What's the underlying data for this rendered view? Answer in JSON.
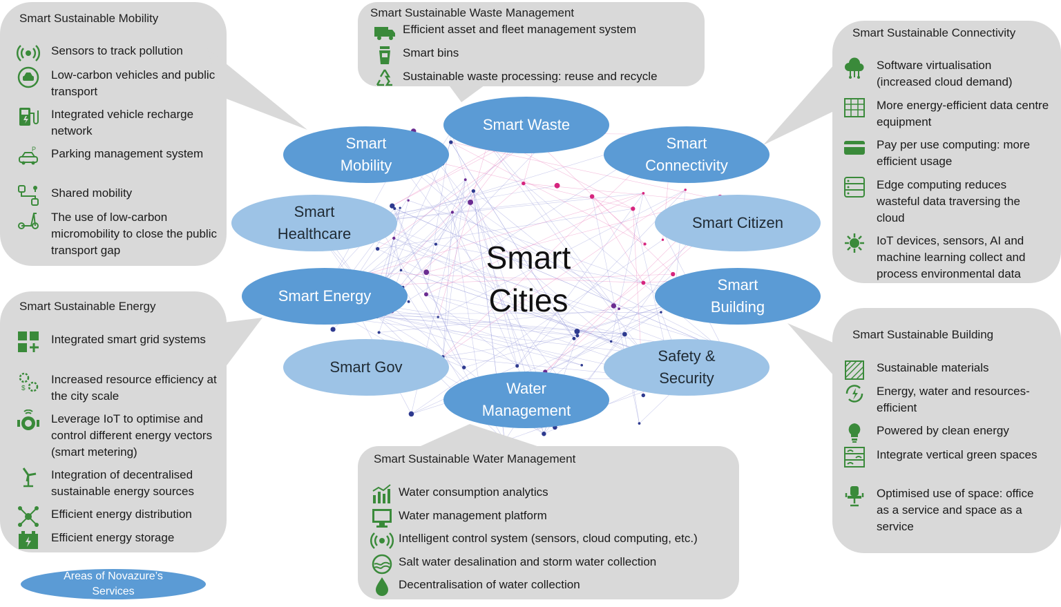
{
  "colors": {
    "icon": "#3a8a3a",
    "oval_dark": "#5b9bd5",
    "oval_light": "#9dc3e6",
    "callout": "#d9d9d9"
  },
  "center_title": "Smart\nCities",
  "ovals": {
    "waste": "Smart Waste",
    "mobility": "Smart\nMobility",
    "connectivity": "Smart\nConnectivity",
    "healthcare": "Smart\nHealthcare",
    "citizen": "Smart Citizen",
    "energy": "Smart Energy",
    "building": "Smart\nBuilding",
    "gov": "Smart Gov",
    "safety": "Safety &\nSecurity",
    "water": "Water\nManagement"
  },
  "mobility": {
    "title": "Smart Sustainable Mobility",
    "items": [
      {
        "text": "Sensors to track pollution",
        "icon": "signal-waves-icon"
      },
      {
        "text": "Low-carbon vehicles and public transport",
        "icon": "car-leaf-icon"
      },
      {
        "text": "Integrated vehicle recharge network",
        "icon": "charging-station-icon"
      },
      {
        "text": "Parking management system",
        "icon": "parking-car-icon"
      },
      {
        "text": "Shared mobility",
        "icon": "shared-route-icon"
      },
      {
        "text": "The use of low-carbon micromobility to close the public transport gap",
        "icon": "scooter-icon"
      }
    ]
  },
  "waste": {
    "title": "Smart Sustainable Waste Management",
    "items": [
      {
        "text": "Efficient asset and fleet management system",
        "icon": "garbage-truck-icon"
      },
      {
        "text": "Smart bins",
        "icon": "bin-icon"
      },
      {
        "text": "Sustainable waste processing: reuse and recycle",
        "icon": "recycle-icon"
      }
    ]
  },
  "connectivity": {
    "title": "Smart Sustainable Connectivity",
    "items": [
      {
        "text": "Software virtualisation (increased cloud demand)",
        "icon": "cloud-network-icon"
      },
      {
        "text": "More energy-efficient data centre equipment",
        "icon": "data-centre-icon"
      },
      {
        "text": "Pay per use computing: more efficient usage",
        "icon": "card-icon"
      },
      {
        "text": "Edge computing reduces wasteful data traversing the cloud",
        "icon": "server-rack-icon"
      },
      {
        "text": "IoT devices, sensors, AI and machine learning collect and process environmental data",
        "icon": "iot-hub-icon"
      }
    ]
  },
  "energy": {
    "title": "Smart Sustainable Energy",
    "items": [
      {
        "text": "Integrated smart grid systems",
        "icon": "grid-plus-icon"
      },
      {
        "text": "Increased resource efficiency at the city scale",
        "icon": "gears-money-icon"
      },
      {
        "text": "Leverage IoT to optimise and control different energy vectors (smart metering)",
        "icon": "smart-meter-icon"
      },
      {
        "text": "Integration of decentralised sustainable energy sources",
        "icon": "wind-turbine-icon"
      },
      {
        "text": "Efficient energy distribution",
        "icon": "distribution-network-icon"
      },
      {
        "text": "Efficient energy storage",
        "icon": "battery-icon"
      }
    ]
  },
  "building": {
    "title": "Smart Sustainable Building",
    "items": [
      {
        "text": "Sustainable materials",
        "icon": "materials-icon"
      },
      {
        "text": "Energy, water and resources-efficient",
        "icon": "energy-cycle-icon"
      },
      {
        "text": "Powered by clean energy",
        "icon": "lightbulb-icon"
      },
      {
        "text": "Integrate vertical green spaces",
        "icon": "green-wall-icon"
      },
      {
        "text": "Optimised use of space: office as a service and space as a service",
        "icon": "office-chair-icon"
      }
    ]
  },
  "water": {
    "title": "Smart Sustainable Water Management",
    "items": [
      {
        "text": "Water consumption analytics",
        "icon": "bar-chart-icon"
      },
      {
        "text": "Water management platform",
        "icon": "monitor-icon"
      },
      {
        "text": "Intelligent control system (sensors, cloud computing, etc.)",
        "icon": "signal-waves-icon"
      },
      {
        "text": "Salt water desalination and storm water collection",
        "icon": "water-globe-icon"
      },
      {
        "text": "Decentralisation of water collection",
        "icon": "water-drop-icon"
      }
    ]
  },
  "legend": "Areas of Novazure’s\nServices"
}
